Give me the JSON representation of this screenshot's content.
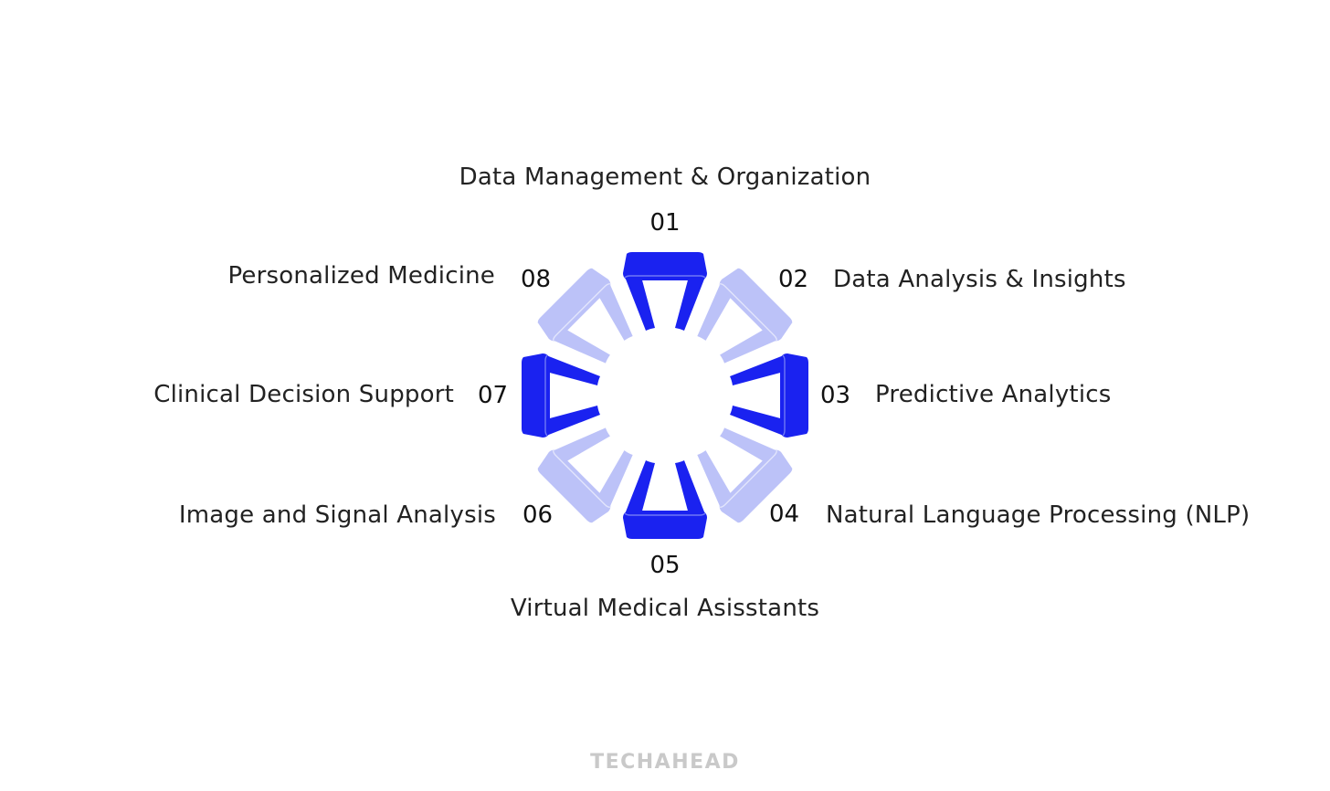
{
  "diagram": {
    "title": "",
    "colors": {
      "primary": "#1a22f0",
      "primary_edge": "#6f78f6",
      "secondary": "#bcc2f8",
      "secondary_edge": "#e2e5fc",
      "text": "#222222",
      "brand": "#c9c9c9"
    },
    "segments": [
      {
        "number": "01",
        "label": "Data Management & Organization",
        "tone": "primary"
      },
      {
        "number": "02",
        "label": "Data Analysis & Insights",
        "tone": "secondary"
      },
      {
        "number": "03",
        "label": "Predictive Analytics",
        "tone": "primary"
      },
      {
        "number": "04",
        "label": "Natural Language Processing (NLP)",
        "tone": "secondary"
      },
      {
        "number": "05",
        "label": "Virtual Medical Asisstants",
        "tone": "primary"
      },
      {
        "number": "06",
        "label": "Image and Signal Analysis",
        "tone": "secondary"
      },
      {
        "number": "07",
        "label": "Clinical Decision Support",
        "tone": "primary"
      },
      {
        "number": "08",
        "label": "Personalized Medicine",
        "tone": "secondary"
      }
    ]
  },
  "footer": {
    "brand": "TECHAHEAD"
  }
}
